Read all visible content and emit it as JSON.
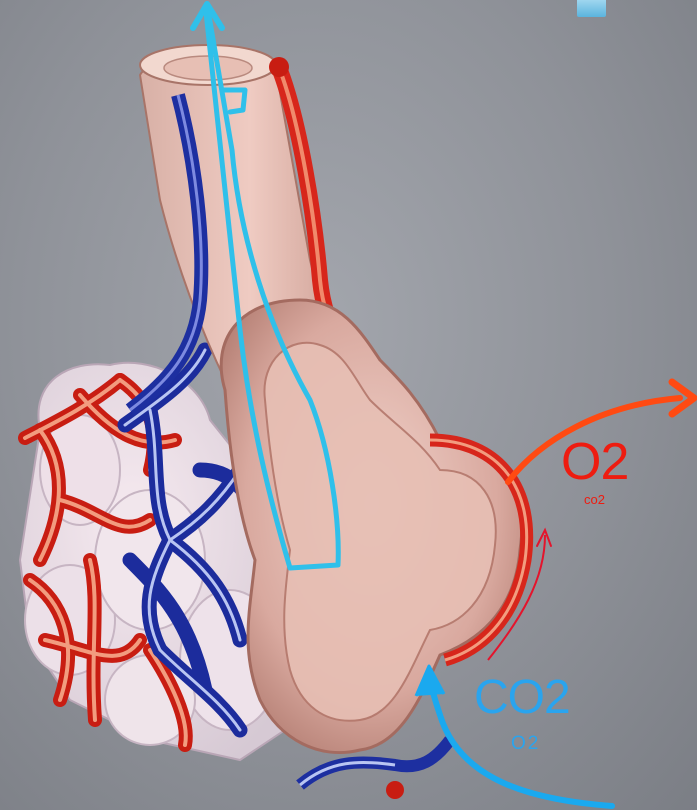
{
  "labels": {
    "exhaled_big": "O2",
    "exhaled_small": "co2",
    "inhaled_big": "CO2",
    "inhaled_small": "O2"
  },
  "colors": {
    "background": "#91949b",
    "tissue": "#ddb2a8",
    "tissue_shadow": "#b9897f",
    "artery_red": "#d7261b",
    "vein_blue": "#1d2fa0",
    "airflow_cyan": "#2fc0ea",
    "oxygen_label_red": "#ee1c10",
    "carbon_label_blue": "#2aa4ee",
    "outflow_arrow": "#ff4a12"
  },
  "icons": {
    "corner": "tab-marker-icon"
  }
}
